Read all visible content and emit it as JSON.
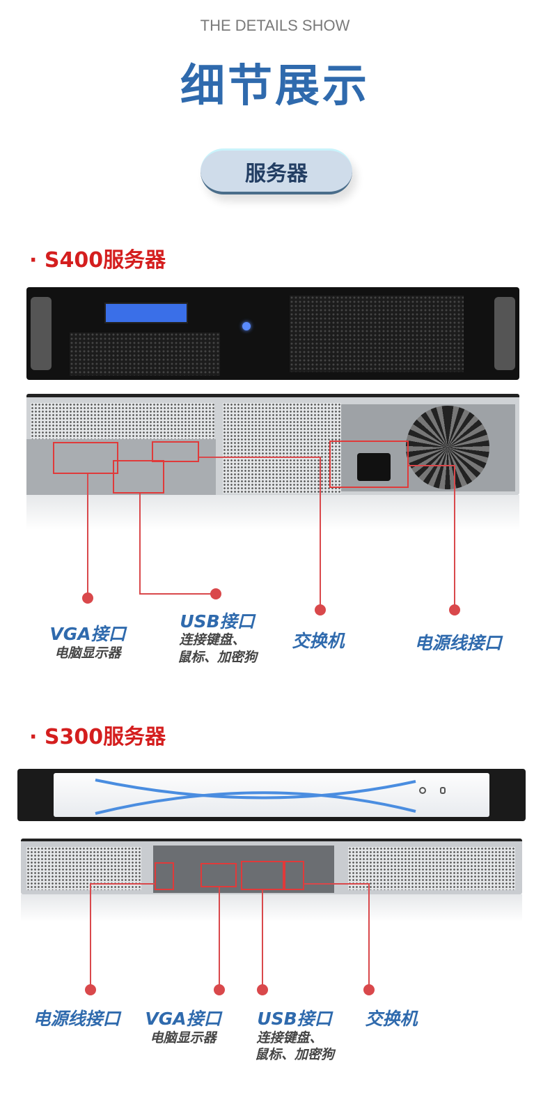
{
  "header": {
    "subtitle": "THE DETAILS SHOW",
    "title": "细节展示",
    "category_button": "服务器"
  },
  "colors": {
    "title_blue": "#2f6aad",
    "section_red": "#d41e1e",
    "callout_red": "#d9484b",
    "pill_bg": "#cfdcea"
  },
  "s400": {
    "heading": "· S400服务器",
    "callouts": [
      {
        "label": "VGA接口",
        "desc": [
          "电脑显示器"
        ]
      },
      {
        "label": "USB接口",
        "desc": [
          "连接键盘、",
          "鼠标、加密狗"
        ]
      },
      {
        "label": "交换机",
        "desc": []
      },
      {
        "label": "电源线接口",
        "desc": []
      }
    ]
  },
  "s300": {
    "heading": "· S300服务器",
    "callouts": [
      {
        "label": "电源线接口",
        "desc": []
      },
      {
        "label": "VGA接口",
        "desc": [
          "电脑显示器"
        ]
      },
      {
        "label": "USB接口",
        "desc": [
          "连接键盘、",
          "鼠标、加密狗"
        ]
      },
      {
        "label": "交换机",
        "desc": []
      }
    ]
  }
}
